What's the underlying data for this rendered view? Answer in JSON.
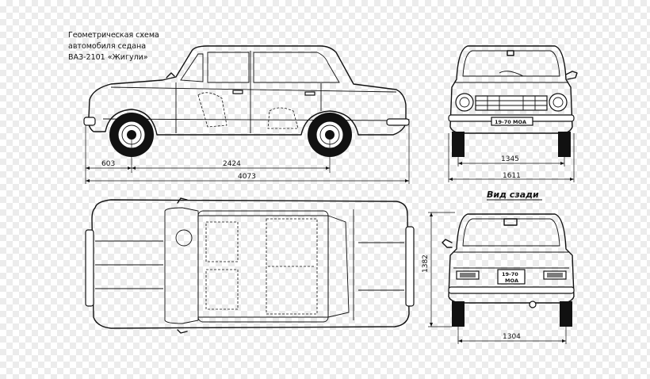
{
  "title": {
    "line1": "Геометрическая схема",
    "line2": "автомобиля седана",
    "line3": "ВАЗ-2101 «Жигули»"
  },
  "dimensions": {
    "front_overhang": "603",
    "wheelbase": "2424",
    "overall_length": "4073",
    "front_track": "1345",
    "overall_width": "1611",
    "height": "1382",
    "rear_track": "1304"
  },
  "rear_view_caption": "Вид сзади",
  "license_plate": {
    "front": "19-70 МОА",
    "rear_line1": "19-70",
    "rear_line2": "МОА"
  }
}
